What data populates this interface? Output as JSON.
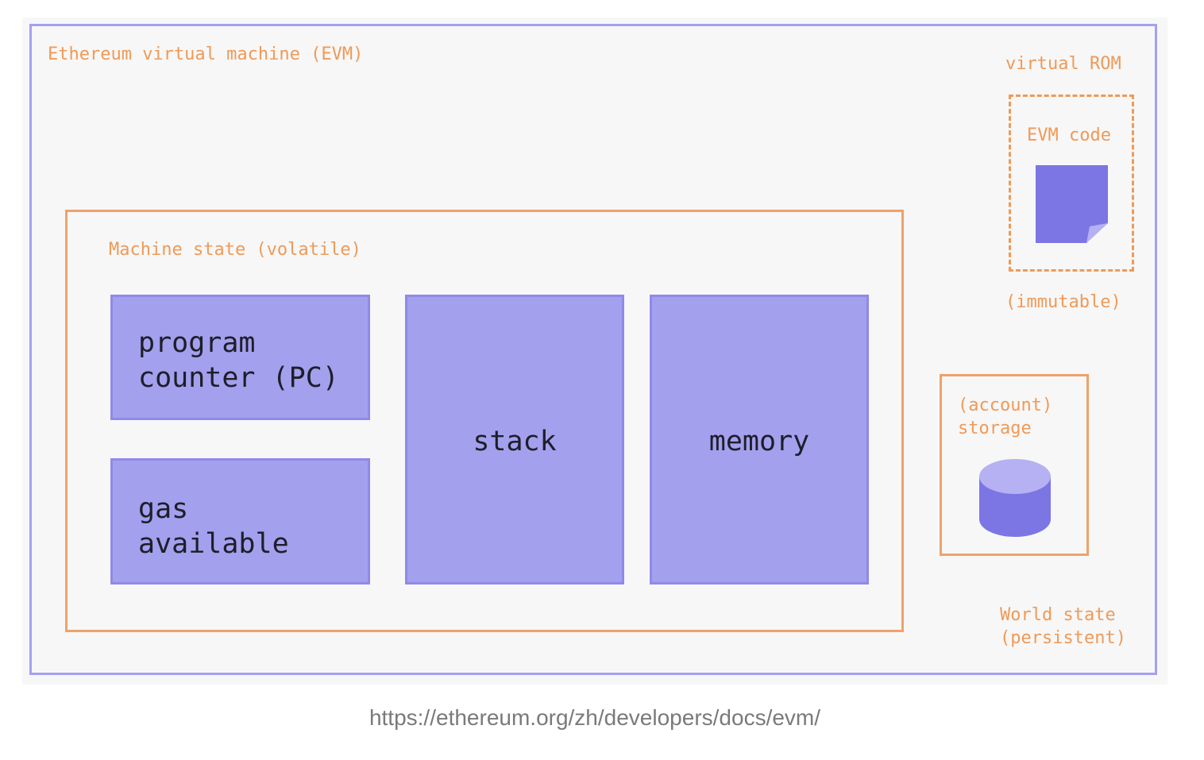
{
  "diagram": {
    "evm_label": "Ethereum virtual machine (EVM)",
    "machine_state_label": "Machine state (volatile)",
    "program_counter": "program\ncounter (PC)",
    "gas_available": "gas\navailable",
    "stack": "stack",
    "memory": "memory",
    "virtual_rom_label": "virtual ROM",
    "evm_code_label": "EVM code",
    "immutable_label": "(immutable)",
    "storage_label": "(account)\nstorage",
    "world_state_label": "World state\n(persistent)"
  },
  "icons": {
    "code_document": "document-icon",
    "storage_database": "database-icon"
  },
  "colors": {
    "evm_border": "#a5a0f0",
    "orange_accent": "#ef9a58",
    "block_fill": "#a3a0ee",
    "icon_fill": "#7b76e4"
  },
  "caption": "https://ethereum.org/zh/developers/docs/evm/"
}
